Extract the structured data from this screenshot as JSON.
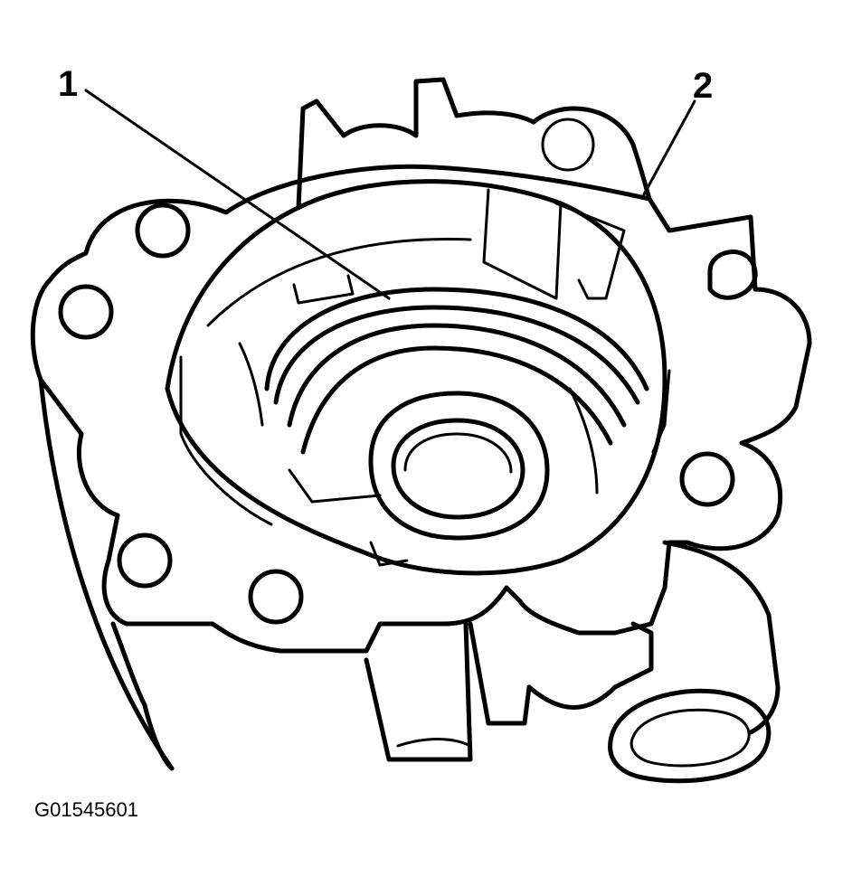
{
  "callouts": [
    {
      "id": "1",
      "label": "1"
    },
    {
      "id": "2",
      "label": "2"
    }
  ],
  "figure_id": "G01545601",
  "colors": {
    "line": "#000000",
    "background": "#ffffff"
  }
}
